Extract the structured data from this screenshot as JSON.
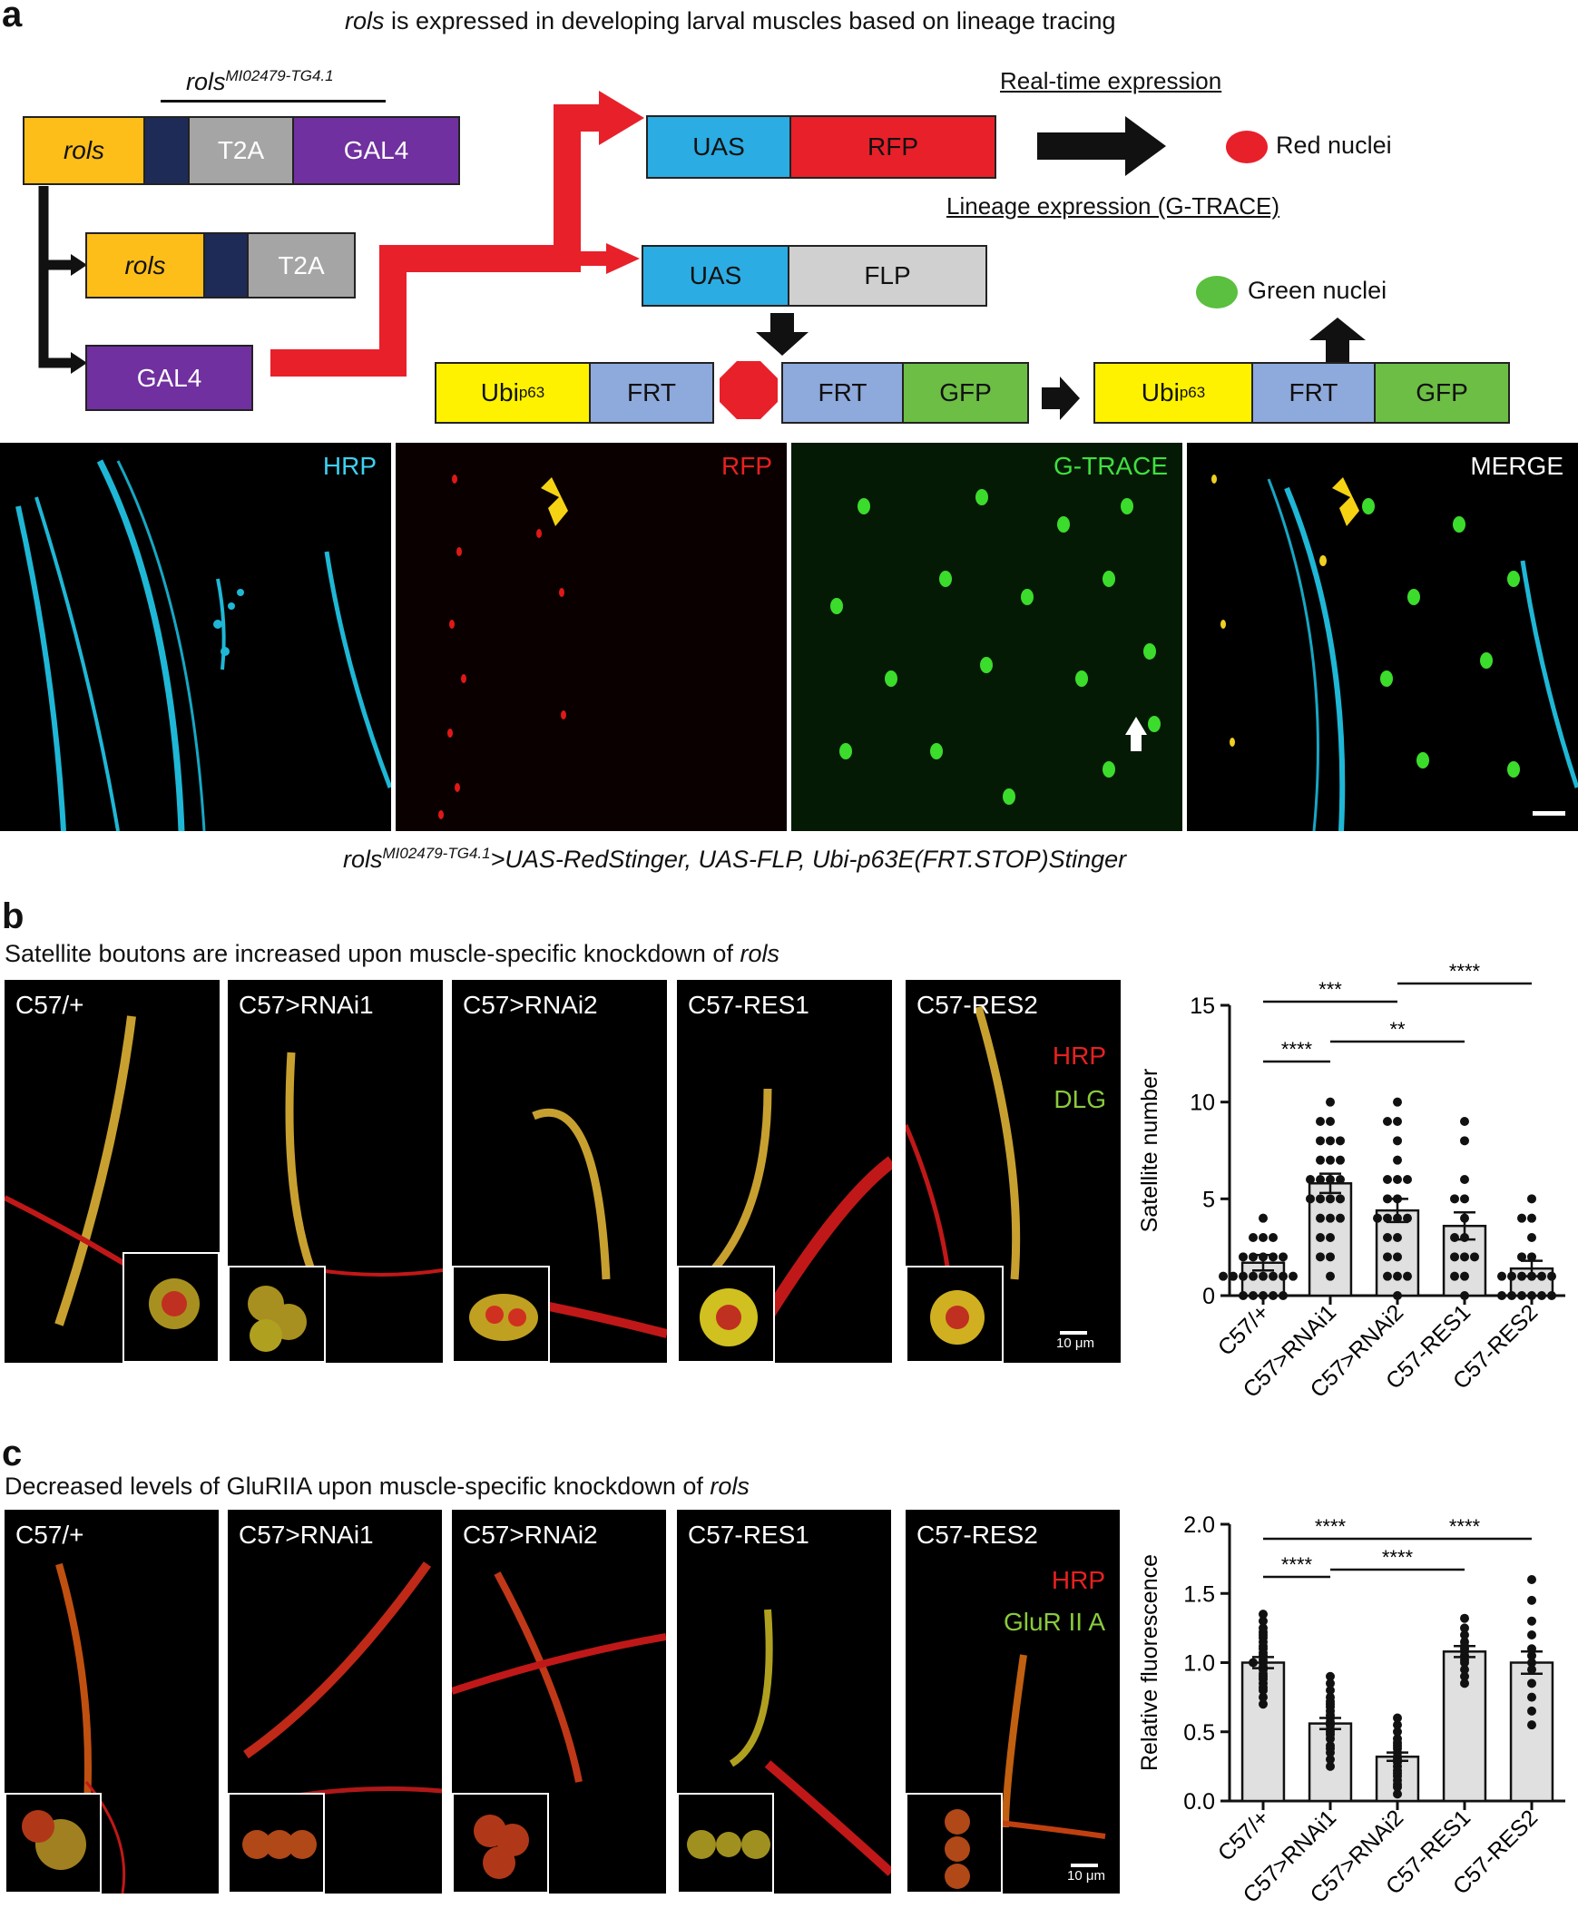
{
  "panel_a": {
    "label": "a",
    "title_italic": "rols",
    "title_rest": " is expressed in developing larval muscles based on lineage tracing",
    "construct_name_base": "rols",
    "construct_name_sup": "MI02479-TG4.1",
    "boxes": {
      "rols": "rols",
      "t2a": "T2A",
      "gal4": "GAL4",
      "uas": "UAS",
      "rfp": "RFP",
      "flp": "FLP",
      "ubi_base": "Ubi",
      "ubi_sup": "p63",
      "frt": "FRT",
      "gfp": "GFP"
    },
    "realtime_label": "Real-time expression",
    "lineage_label": "Lineage expression (G-TRACE)",
    "red_nuclei": "Red nuclei",
    "green_nuclei": "Green nuclei",
    "channels": [
      "HRP",
      "RFP",
      "G-TRACE",
      "MERGE"
    ],
    "caption_base": "rols",
    "caption_sup": "MI02479-TG4.1",
    "caption_rest": ">UAS-RedStinger, UAS-FLP, Ubi-p63E(FRT.STOP)Stinger",
    "colors": {
      "rols": "#FDBE19",
      "dark": "#1E2B57",
      "t2a": "#A5A5A5",
      "gal4": "#7030A0",
      "uas": "#2BACE2",
      "rfp": "#E8202A",
      "flp": "#D0D0D0",
      "ubi": "#FFF200",
      "frt": "#8EA9DB",
      "gfp": "#6CBE45",
      "arrow": "#E8202A"
    }
  },
  "panel_b": {
    "label": "b",
    "title_prefix": "Satellite boutons are increased upon muscle-specific knockdown of ",
    "title_italic": "rols",
    "genotypes": [
      "C57/+",
      "C57>RNAi1",
      "C57>RNAi2",
      "C57-RES1",
      "C57-RES2"
    ],
    "stain1": "HRP",
    "stain2": "DLG",
    "scale": "10 μm"
  },
  "panel_c": {
    "label": "c",
    "title_prefix": "Decreased levels of GluRIIA upon muscle-specific knockdown of ",
    "title_italic": "rols",
    "genotypes": [
      "C57/+",
      "C57>RNAi1",
      "C57>RNAi2",
      "C57-RES1",
      "C57-RES2"
    ],
    "stain1": "HRP",
    "stain2": "GluR II A",
    "scale": "10 μm"
  },
  "chart_data": [
    {
      "type": "bar",
      "categories": [
        "C57/+",
        "C57>RNAi1",
        "C57>RNAi2",
        "C57-RES1",
        "C57-RES2"
      ],
      "values": [
        1.7,
        5.8,
        4.4,
        3.6,
        1.4
      ],
      "errors": [
        0.4,
        0.5,
        0.6,
        0.7,
        0.4
      ],
      "points": [
        [
          0,
          0,
          0,
          0,
          0,
          1,
          1,
          1,
          1,
          1,
          1,
          1,
          1,
          2,
          2,
          2,
          2,
          2,
          3,
          3,
          3,
          4
        ],
        [
          1,
          2,
          2,
          3,
          3,
          4,
          4,
          4,
          5,
          5,
          5,
          5,
          6,
          6,
          6,
          6,
          7,
          7,
          7,
          8,
          8,
          8,
          9,
          9,
          10
        ],
        [
          0,
          1,
          1,
          1,
          2,
          2,
          3,
          3,
          4,
          4,
          4,
          4,
          5,
          5,
          6,
          6,
          6,
          7,
          8,
          9,
          9,
          10
        ],
        [
          0,
          1,
          1,
          2,
          2,
          2,
          3,
          3,
          4,
          5,
          5,
          6,
          8,
          9
        ],
        [
          0,
          0,
          0,
          0,
          0,
          0,
          1,
          1,
          1,
          1,
          1,
          1,
          2,
          2,
          3,
          4,
          4,
          5
        ]
      ],
      "ylabel": "Satellite number",
      "ylim": [
        0,
        15
      ],
      "yticks": [
        0,
        5,
        10,
        15
      ],
      "ytick_labels": [
        "0",
        "5",
        "10",
        "15"
      ],
      "significance": [
        {
          "from": 0,
          "to": 1,
          "label": "****"
        },
        {
          "from": 0,
          "to": 2,
          "label": "***"
        },
        {
          "from": 1,
          "to": 3,
          "label": "**"
        },
        {
          "from": 2,
          "to": 4,
          "label": "****"
        }
      ]
    },
    {
      "type": "bar",
      "categories": [
        "C57/+",
        "C57>RNAi1",
        "C57>RNAi2",
        "C57-RES1",
        "C57-RES2"
      ],
      "values": [
        1.0,
        0.56,
        0.32,
        1.08,
        1.0
      ],
      "errors": [
        0.04,
        0.04,
        0.03,
        0.04,
        0.08
      ],
      "points": [
        [
          0.7,
          0.75,
          0.8,
          0.82,
          0.85,
          0.88,
          0.9,
          0.92,
          0.95,
          0.97,
          1.0,
          1.0,
          1.02,
          1.05,
          1.07,
          1.1,
          1.12,
          1.15,
          1.18,
          1.2,
          1.22,
          1.25,
          1.3,
          1.35
        ],
        [
          0.25,
          0.3,
          0.35,
          0.38,
          0.4,
          0.45,
          0.48,
          0.5,
          0.52,
          0.55,
          0.57,
          0.6,
          0.62,
          0.65,
          0.68,
          0.7,
          0.72,
          0.75,
          0.8,
          0.85,
          0.9
        ],
        [
          0.05,
          0.1,
          0.12,
          0.15,
          0.18,
          0.2,
          0.22,
          0.25,
          0.28,
          0.3,
          0.32,
          0.35,
          0.38,
          0.4,
          0.42,
          0.45,
          0.5,
          0.55,
          0.6
        ],
        [
          0.85,
          0.9,
          0.95,
          1.0,
          1.02,
          1.05,
          1.08,
          1.1,
          1.12,
          1.15,
          1.2,
          1.25,
          1.32
        ],
        [
          0.55,
          0.65,
          0.75,
          0.85,
          0.95,
          1.0,
          1.05,
          1.1,
          1.2,
          1.3,
          1.45,
          1.6
        ]
      ],
      "ylabel": "Relative fluorescence",
      "ylim": [
        0,
        2.0
      ],
      "yticks": [
        0,
        0.5,
        1.0,
        1.5,
        2.0
      ],
      "ytick_labels": [
        "0.0",
        "0.5",
        "1.0",
        "1.5",
        "2.0"
      ],
      "significance": [
        {
          "from": 0,
          "to": 1,
          "label": "****"
        },
        {
          "from": 0,
          "to": 2,
          "label": "****"
        },
        {
          "from": 1,
          "to": 3,
          "label": "****"
        },
        {
          "from": 2,
          "to": 4,
          "label": "****"
        }
      ]
    }
  ]
}
